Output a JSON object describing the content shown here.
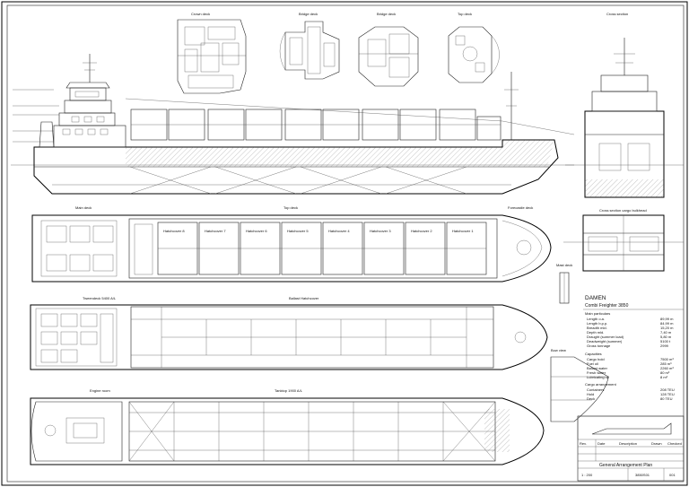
{
  "sheet": {
    "views": {
      "crown_deck": "Crown deck",
      "bridge_deck": "Bridge deck",
      "boat_deck": "Bridge deck",
      "top_deck": "Top deck",
      "cross_section": "Cross section",
      "cross_section_bulkhead": "Cross section cargo bulkhead",
      "main_deck": "Main deck",
      "top_deck_plan": "Top deck",
      "forecastle": "Forecastle deck",
      "tween_deck": "Tweendeck 5400 A/L",
      "hatch_plan": "Ballast Hatchcover",
      "tank_top": "Tanktop 1900 A/L",
      "engine_room": "Engine room",
      "mast_detail": "Mast deck",
      "bow_view": "Bow view"
    },
    "hatches": [
      "Hatchcover 8",
      "Hatchcover 7",
      "Hatchcover 6",
      "Hatchcover 5",
      "Hatchcover 4",
      "Hatchcover 3",
      "Hatchcover 2",
      "Hatchcover 1"
    ],
    "company": "DAMEN",
    "vessel": "Combi Freighter 3850",
    "particulars_title": "Main particulars",
    "particulars": [
      {
        "k": "Length o.a.",
        "v": "89,99 m"
      },
      {
        "k": "Length b.p.p.",
        "v": "84,99 m"
      },
      {
        "k": "Breadth mld.",
        "v": "15,20 m"
      },
      {
        "k": "Depth mld.",
        "v": "7,40 m"
      },
      {
        "k": "Draught (summer load)",
        "v": "5,80 m"
      },
      {
        "k": "Deadweight (summer)",
        "v": "5100 t"
      },
      {
        "k": "Gross tonnage",
        "v": "2999"
      }
    ],
    "capacities_title": "Capacities",
    "capacities": [
      {
        "k": "Cargo hold",
        "v": "7500 m³"
      },
      {
        "k": "Fuel oil",
        "v": "285 m³"
      },
      {
        "k": "Ballast water",
        "v": "2260 m³"
      },
      {
        "k": "Fresh water",
        "v": "80 m³"
      },
      {
        "k": "Lubricating oil",
        "v": "8 m³"
      }
    ],
    "cargo_title": "Cargo arrangement",
    "cargo": [
      {
        "k": "Containers",
        "v": "208 TEU"
      },
      {
        "k": "Hold",
        "v": "128 TEU"
      },
      {
        "k": "Deck",
        "v": "80 TEU"
      }
    ],
    "title_block": {
      "title": "General Arrangement Plan",
      "drawing_no": "3850S01",
      "sheet": "001",
      "scale": "1 : 200",
      "rev_rows": [
        "Rev.",
        "Date",
        "Description",
        "Drawn",
        "Checked"
      ]
    }
  }
}
